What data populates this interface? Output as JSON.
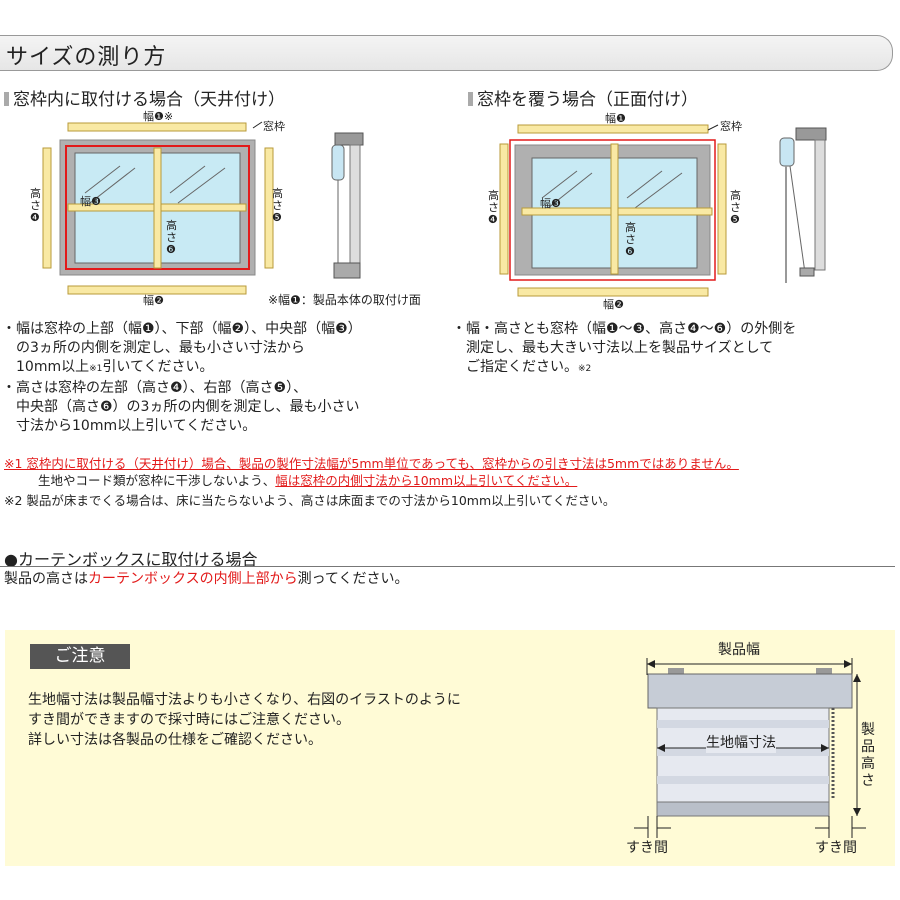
{
  "title": "サイズの測り方",
  "left": {
    "heading": "窓枠内に取付ける場合（天井付け）",
    "fig": {
      "width_top": "幅❶※",
      "frame": "窓枠",
      "height_left": "高さ❹",
      "height_right": "高さ❺",
      "width_mid": "幅❸",
      "height_mid": "高さ❻",
      "width_bottom": "幅❷",
      "note": "※幅❶：製品本体の取付け面"
    },
    "bullets": [
      "・幅は窓枠の上部（幅❶）、下部（幅❷）、中央部（幅❸）",
      "の3ヵ所の内側を測定し、最も小さい寸法から",
      "10mm以上",
      "※1",
      "引いてください。",
      "・高さは窓枠の左部（高さ❹）、右部（高さ❺）、",
      "中央部（高さ❻）の3ヵ所の内側を測定し、最も小さい",
      "寸法から10mm以上引いてください。"
    ]
  },
  "right": {
    "heading": "窓枠を覆う場合（正面付け）",
    "fig": {
      "width_top": "幅❶",
      "frame": "窓枠",
      "height_left": "高さ❹",
      "height_right": "高さ❺",
      "width_mid": "幅❸",
      "height_mid": "高さ❻",
      "width_bottom": "幅❷"
    },
    "bullets": [
      "・幅・高さとも窓枠（幅❶～❸、高さ❹～❻）の外側を",
      "測定し、最も大きい寸法以上を製品サイズとして",
      "ご指定ください。",
      "※2"
    ]
  },
  "notes": {
    "n1": "※1 窓枠内に取付ける（天井付け）場合、製品の製作寸法幅が5mm単位であっても、窓枠からの引き寸法は5mmではありません。",
    "n1b_plain": "生地やコード類が窓枠に干渉しないよう、",
    "n1b_red": "幅は窓枠の内側寸法から10mm以上引いてください。",
    "n2": "※2 製品が床までくる場合は、床に当たらないよう、高さは床面までの寸法から10mm以上引いてください。"
  },
  "box_section": {
    "heading": "●カーテンボックスに取付ける場合",
    "text_before": "製品の高さは",
    "text_red": "カーテンボックスの内側上部から",
    "text_after": "測ってください。"
  },
  "caution": {
    "label": "ご注意",
    "lines": [
      "生地幅寸法は製品幅寸法よりも小さくなり、右図のイラストのように",
      "すき間ができますので採寸時にはご注意ください。",
      "詳しい寸法は各製品の仕様をご確認ください。"
    ],
    "fig": {
      "product_width": "製品幅",
      "product_height": "製品高さ",
      "fabric_width": "生地幅寸法",
      "gap_left": "すき間",
      "gap_right": "すき間"
    }
  },
  "colors": {
    "red": "#e21a1a",
    "arrow_fill": "#f9e9a4",
    "arrow_stroke": "#b89a3a",
    "glass": "#c8eaf4",
    "caution_bg": "#fffbd6"
  }
}
